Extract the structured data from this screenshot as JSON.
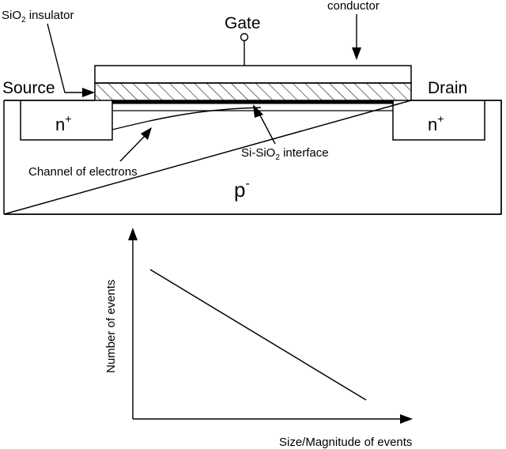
{
  "mosfet": {
    "labels": {
      "gate": "Gate",
      "conductor": "conductor",
      "sio2_insulator_prefix": "SiO",
      "sio2_insulator_sub": "2",
      "sio2_insulator_suffix": " insulator",
      "source": "Source",
      "drain": "Drain",
      "n_plus_left": "n",
      "n_plus_left_sup": "+",
      "n_plus_right": "n",
      "n_plus_right_sup": "+",
      "interface_prefix": "Si-SiO",
      "interface_sub": "2",
      "interface_suffix": " interface",
      "channel": "Channel of electrons",
      "substrate": "p",
      "substrate_sup": "-"
    }
  },
  "plot": {
    "type": "line",
    "ylabel": "Number of events",
    "xlabel": "Size/Magnitude of events"
  },
  "colors": {
    "ink": "#000000",
    "background": "#ffffff"
  }
}
